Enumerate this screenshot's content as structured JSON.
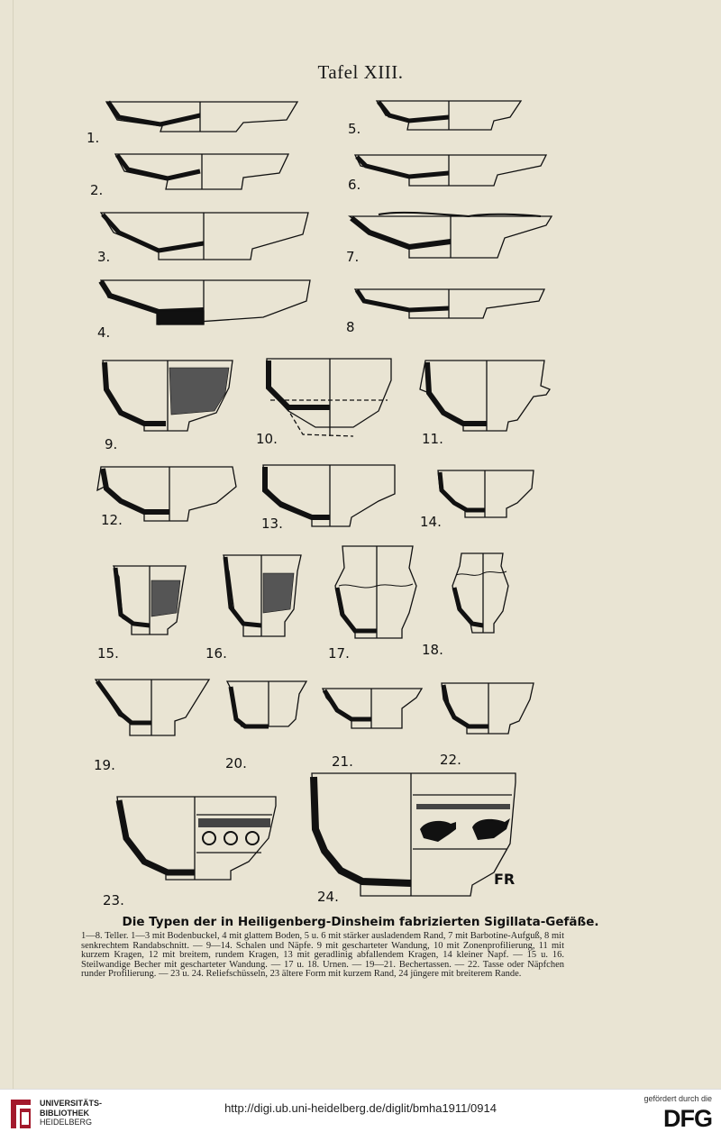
{
  "plate": {
    "title": "Tafel XIII.",
    "figure_numbers": [
      "1.",
      "2.",
      "3.",
      "4.",
      "5.",
      "6.",
      "7.",
      "8",
      "9.",
      "10.",
      "11.",
      "12.",
      "13.",
      "14.",
      "15.",
      "16.",
      "17.",
      "18.",
      "19.",
      "20.",
      "21.",
      "22.",
      "23.",
      "24."
    ],
    "monogram": "FR"
  },
  "caption": {
    "title": "Die Typen der in Heiligenberg-Dinsheim fabrizierten Sigillata-Gefäße.",
    "body": "1—8. Teller. 1—3 mit Bodenbuckel, 4 mit glattem Boden, 5 u. 6 mit stärker ausladendem Rand, 7 mit Barbotine-Aufguß, 8 mit senkrechtem Randabschnitt. — 9—14. Schalen und Näpfe. 9 mit gescharteter Wandung, 10 mit Zonenprofilierung, 11 mit kurzem Kragen, 12 mit breitem, rundem Kragen, 13 mit geradlinig abfallendem Kragen, 14 kleiner Napf. — 15 u. 16. Steilwandige Becher mit gescharteter Wandung. — 17 u. 18. Urnen. — 19—21. Bechertassen. — 22. Tasse oder Näpfchen runder Profilierung. — 23 u. 24. Reliefschüsseln, 23 ältere Form mit kurzem Rand, 24 jüngere mit breiterem Rande."
  },
  "footer": {
    "library_line1": "UNIVERSITÄTS-",
    "library_line2": "BIBLIOTHEK",
    "library_line3": "HEIDELBERG",
    "url": "http://digi.ub.uni-heidelberg.de/diglit/bmha1911/0914",
    "funding_note": "gefördert durch die",
    "funder": "DFG"
  }
}
